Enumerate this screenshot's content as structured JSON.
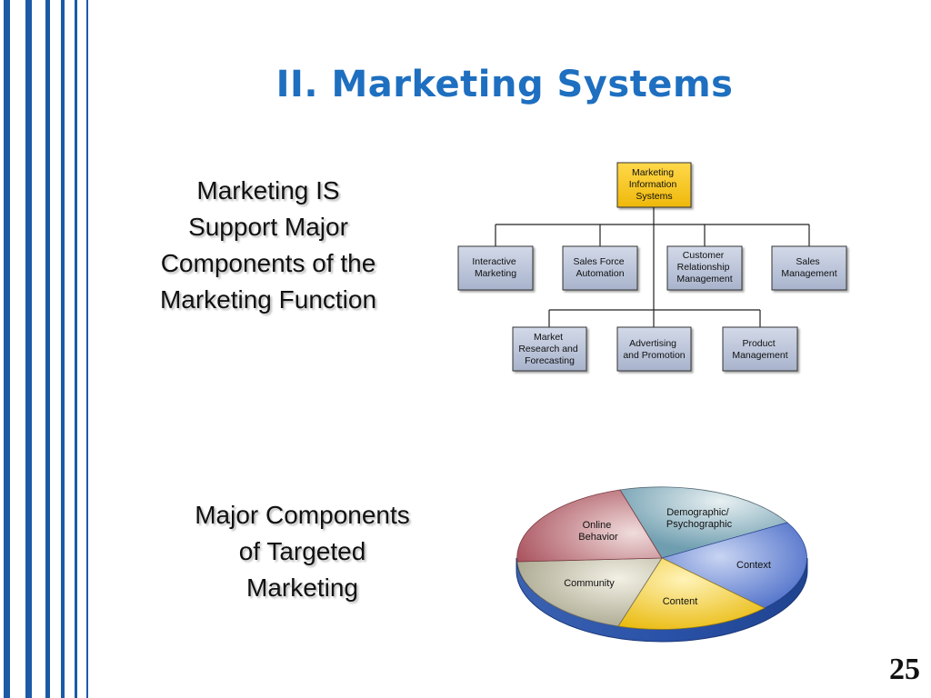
{
  "slide": {
    "title": "II. Marketing Systems",
    "page_number": "25",
    "colors": {
      "stripe": "#1a5aa6",
      "title": "#1e6fc0"
    }
  },
  "caption_top": {
    "lines": [
      "Marketing IS",
      "Support Major",
      "Components of the",
      "Marketing Function"
    ]
  },
  "caption_bottom": {
    "lines": [
      "Major Components",
      "of Targeted",
      "Marketing"
    ]
  },
  "org_chart": {
    "root": {
      "lines": [
        "Marketing",
        "Information",
        "Systems"
      ],
      "color": "#f5c518"
    },
    "row1": [
      {
        "lines": [
          "Interactive",
          "Marketing"
        ]
      },
      {
        "lines": [
          "Sales Force",
          "Automation"
        ]
      },
      {
        "lines": [
          "Customer",
          "Relationship",
          "Management"
        ]
      },
      {
        "lines": [
          "Sales",
          "Management"
        ]
      }
    ],
    "row2": [
      {
        "lines": [
          "Market",
          "Research and",
          "Forecasting"
        ]
      },
      {
        "lines": [
          "Advertising",
          "and Promotion"
        ]
      },
      {
        "lines": [
          "Product",
          "Management"
        ]
      }
    ],
    "box_color": "#b6c0d6"
  },
  "pie": {
    "rim_color": "#2e56a8",
    "segments": [
      {
        "label": "Demographic/",
        "label2": "Psychographic",
        "color": "#8ab6c4"
      },
      {
        "label": "Context",
        "label2": "",
        "color": "#4f72cc"
      },
      {
        "label": "Content",
        "label2": "",
        "color": "#f2c418"
      },
      {
        "label": "Community",
        "label2": "",
        "color": "#b7b39c"
      },
      {
        "label": "Online",
        "label2": "Behavior",
        "color": "#b86870"
      }
    ]
  }
}
